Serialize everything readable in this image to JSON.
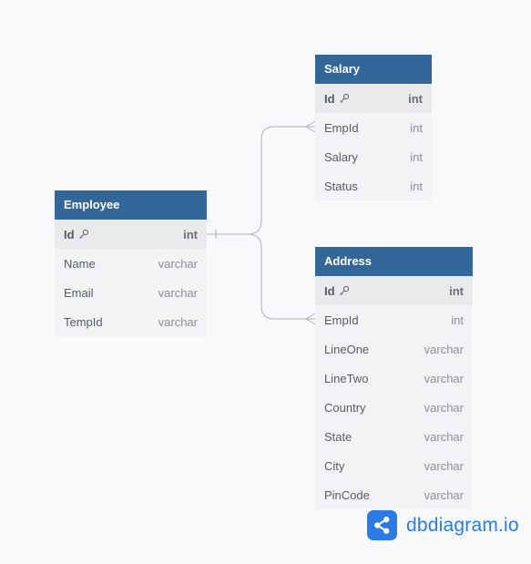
{
  "tables": {
    "employee": {
      "name": "Employee",
      "fields": [
        {
          "name": "Id",
          "type": "int",
          "pk": true
        },
        {
          "name": "Name",
          "type": "varchar"
        },
        {
          "name": "Email",
          "type": "varchar"
        },
        {
          "name": "TempId",
          "type": "varchar"
        }
      ]
    },
    "salary": {
      "name": "Salary",
      "fields": [
        {
          "name": "Id",
          "type": "int",
          "pk": true
        },
        {
          "name": "EmpId",
          "type": "int"
        },
        {
          "name": "Salary",
          "type": "int"
        },
        {
          "name": "Status",
          "type": "int"
        }
      ]
    },
    "address": {
      "name": "Address",
      "fields": [
        {
          "name": "Id",
          "type": "int",
          "pk": true
        },
        {
          "name": "EmpId",
          "type": "int"
        },
        {
          "name": "LineOne",
          "type": "varchar"
        },
        {
          "name": "LineTwo",
          "type": "varchar"
        },
        {
          "name": "Country",
          "type": "varchar"
        },
        {
          "name": "State",
          "type": "varchar"
        },
        {
          "name": "City",
          "type": "varchar"
        },
        {
          "name": "PinCode",
          "type": "varchar"
        }
      ]
    }
  },
  "relationships": [
    {
      "from": "Employee.Id",
      "to": "Salary.EmpId",
      "type": "one-to-many"
    },
    {
      "from": "Employee.Id",
      "to": "Address.EmpId",
      "type": "one-to-many"
    }
  ],
  "brand": {
    "text": "dbdiagram.io",
    "color": "#2c7be5",
    "icon": "share-icon"
  },
  "colors": {
    "header": "#336699",
    "pk_row": "#e8eaec",
    "body": "#f2f3f4",
    "line": "#aeb3b8"
  }
}
